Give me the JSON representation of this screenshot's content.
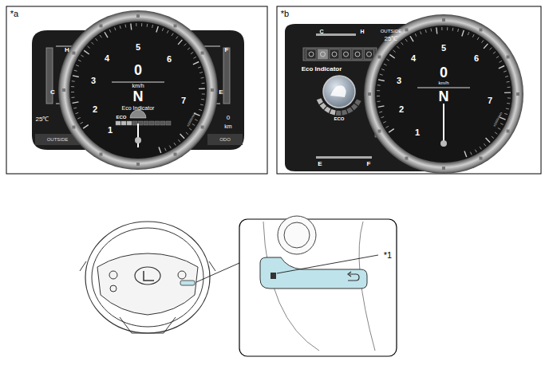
{
  "diagram": {
    "labels": [
      "*a",
      "*b",
      "*1",
      "1",
      "2",
      "3",
      "4",
      "5",
      "6",
      "7",
      "0",
      "km/h",
      "N",
      "Eco Indicator",
      "ECO",
      "H",
      "C",
      "25℃",
      "F",
      "E",
      "0",
      "km",
      "OUTSIDE",
      "ODO",
      "x1000r/min",
      "C",
      "H",
      "OUTSIDE",
      "25℃",
      "Eco Indicator",
      "ECO",
      "E",
      "F",
      "1",
      "2",
      "3",
      "4",
      "5",
      "6",
      "7",
      "0",
      "km/h",
      "N",
      "x1000r/min"
    ]
  }
}
